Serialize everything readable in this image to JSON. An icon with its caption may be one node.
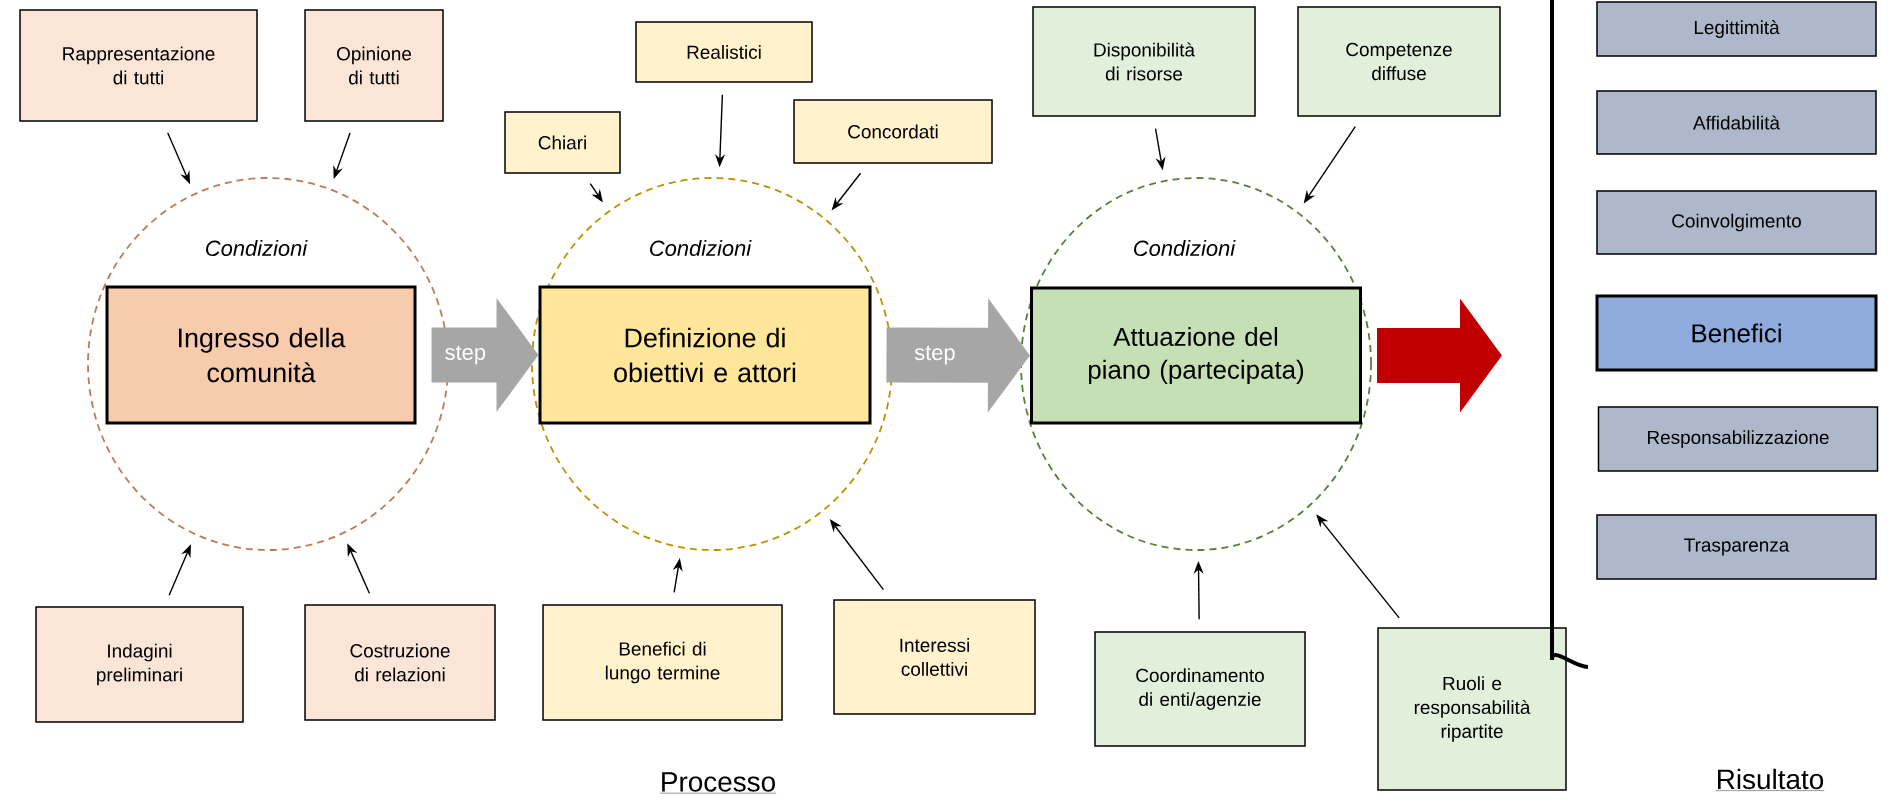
{
  "diagram": {
    "nodes": [
      {
        "text": [
          "Rappresentazione di tutti"
        ]
      },
      {
        "text": [
          "Opinione di tutti"
        ]
      },
      {
        "text": [
          "Condizioni"
        ]
      },
      {
        "text": [
          "Ingresso della comunità"
        ],
        "in": 2
      },
      {
        "text": [
          "Indagini preliminari"
        ]
      },
      {
        "text": [
          "Costruzione di relazioni"
        ]
      },
      {
        "text": [
          "Chiari"
        ]
      },
      {
        "text": [
          "Realistici"
        ]
      },
      {
        "text": [
          "Concordati"
        ]
      },
      {
        "text": [
          "Condizioni"
        ]
      },
      {
        "text": [
          "Definizione di obiettivi e attori"
        ],
        "in": 9
      },
      {
        "text": [
          "Benefici di lungo termine"
        ]
      },
      {
        "text": [
          "Interessi collettivi"
        ]
      },
      {
        "text": [
          "Disponibilità di risorse"
        ]
      },
      {
        "text": [
          "Competenze diffuse"
        ]
      },
      {
        "text": [
          "Condizioni"
        ]
      },
      {
        "text": [
          "Attuazione del piano (partecipata)"
        ],
        "in": 15
      },
      {
        "text": [
          "Coordinamento di enti/agenzie"
        ]
      },
      {
        "text": [
          "Ruoli e responsabilità ripartite"
        ]
      },
      {
        "text": [
          "Legittimità"
        ]
      },
      {
        "text": [
          "Affidabilità"
        ]
      },
      {
        "text": [
          "Coinvolgimento"
        ]
      },
      {
        "text": [
          "Benefici"
        ]
      },
      {
        "text": [
          "Responsabilizzazione"
        ]
      },
      {
        "text": [
          "Trasparenza"
        ]
      }
    ],
    "edges": [
      {
        "from": 0,
        "to": 2,
        "arrow": "to"
      },
      {
        "from": 1,
        "to": 2,
        "arrow": "to"
      },
      {
        "from": 4,
        "to": 2,
        "arrow": "to"
      },
      {
        "from": 5,
        "to": 2,
        "arrow": "to"
      },
      {
        "from": 3,
        "to": 10,
        "arrow": "to",
        "label": "step",
        "style": "thick",
        "color": "#a6a6a6"
      },
      {
        "from": 6,
        "to": 9,
        "arrow": "to"
      },
      {
        "from": 7,
        "to": 9,
        "arrow": "to"
      },
      {
        "from": 8,
        "to": 9,
        "arrow": "to"
      },
      {
        "from": 11,
        "to": 9,
        "arrow": "to"
      },
      {
        "from": 12,
        "to": 9,
        "arrow": "to"
      },
      {
        "from": 10,
        "to": 16,
        "arrow": "to",
        "label": "step",
        "style": "thick",
        "color": "#a6a6a6"
      },
      {
        "from": 13,
        "to": 15,
        "arrow": "to"
      },
      {
        "from": 14,
        "to": 15,
        "arrow": "to"
      },
      {
        "from": 17,
        "to": 15,
        "arrow": "to"
      },
      {
        "from": 18,
        "to": 15,
        "arrow": "to"
      },
      {
        "from": 16,
        "to": null,
        "arrow": "to",
        "style": "thick",
        "color": "#c00000"
      }
    ],
    "labels": [
      "Processo",
      "Risultato"
    ]
  }
}
